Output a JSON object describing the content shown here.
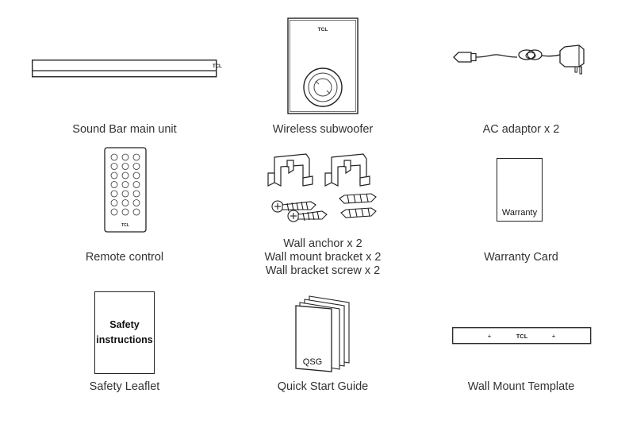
{
  "items": [
    {
      "label_lines": [
        "Sound Bar main unit"
      ],
      "logo": "TCL"
    },
    {
      "label_lines": [
        "Wireless subwoofer"
      ],
      "logo": "TCL"
    },
    {
      "label_lines": [
        "AC adaptor x 2"
      ]
    },
    {
      "label_lines": [
        "Remote control"
      ],
      "logo": "TCL"
    },
    {
      "label_lines": [
        "Wall anchor x 2",
        "Wall mount bracket x 2",
        "Wall bracket screw x 2"
      ]
    },
    {
      "label_lines": [
        "Warranty Card"
      ],
      "card_text": "Warranty"
    },
    {
      "label_lines": [
        "Safety Leaflet"
      ],
      "card_text_lines": [
        "Safety",
        "instructions"
      ]
    },
    {
      "label_lines": [
        "Quick Start Guide"
      ],
      "card_text": "QSG"
    },
    {
      "label_lines": [
        "Wall Mount Template"
      ],
      "logo": "TCL"
    }
  ],
  "icons": {
    "soundbar": "soundbar-icon",
    "subwoofer": "subwoofer-icon",
    "adaptor": "ac-adaptor-icon",
    "remote": "remote-control-icon",
    "hardware": "wall-mount-hardware-icon",
    "warranty": "warranty-card-icon",
    "safety": "safety-leaflet-icon",
    "qsg": "quick-start-guide-icon",
    "template": "wall-mount-template-icon"
  }
}
